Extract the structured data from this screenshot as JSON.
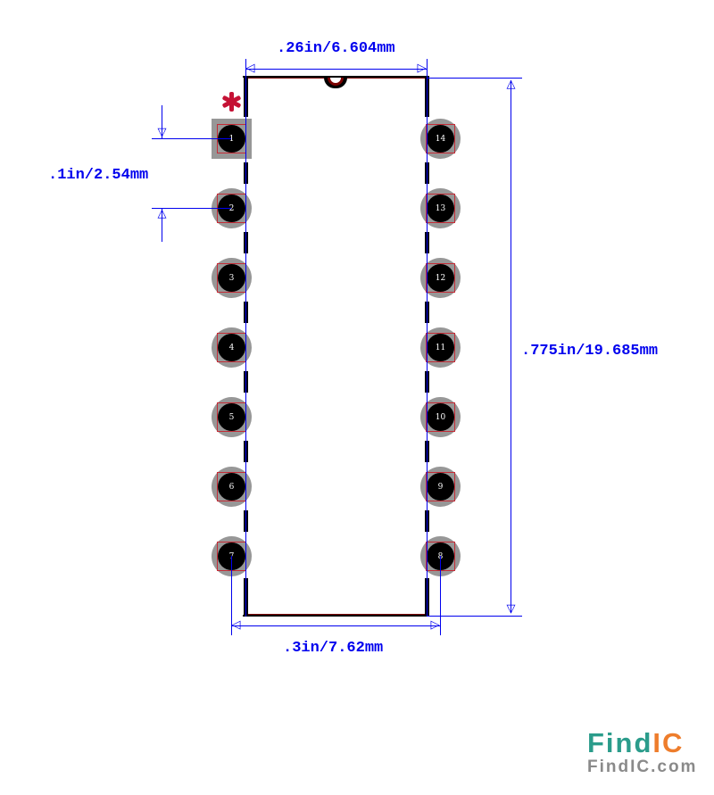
{
  "dimensions": {
    "top": ".26in/6.604mm",
    "left": ".1in/2.54mm",
    "right": ".775in/19.685mm",
    "bottom": ".3in/7.62mm"
  },
  "pins": {
    "left": [
      "1",
      "2",
      "3",
      "4",
      "5",
      "6",
      "7"
    ],
    "right": [
      "14",
      "13",
      "12",
      "11",
      "10",
      "9",
      "8"
    ]
  },
  "markers": {
    "pin1_asterisk": "*"
  },
  "icons": {
    "triangle_left": "◁",
    "triangle_right": "▷",
    "triangle_up": "△",
    "triangle_down": "▽"
  },
  "colors": {
    "dimension_blue": "#0000EE",
    "outline_black": "#000000",
    "outline_maroon": "#7A0100",
    "pad_gray": "#979797",
    "pad_ring_red": "#C42B36",
    "pad_circle_black": "#000000",
    "pad_number_white": "#FFFFFF",
    "asterisk_red": "#C51235",
    "logo_teal": "#2B9C8B",
    "logo_orange": "#EE7D2C",
    "logo_gray": "#8A8A8A"
  },
  "branding": {
    "logo_find": "Find",
    "logo_ic": "IC",
    "logo_domain": "FindIC.com"
  }
}
